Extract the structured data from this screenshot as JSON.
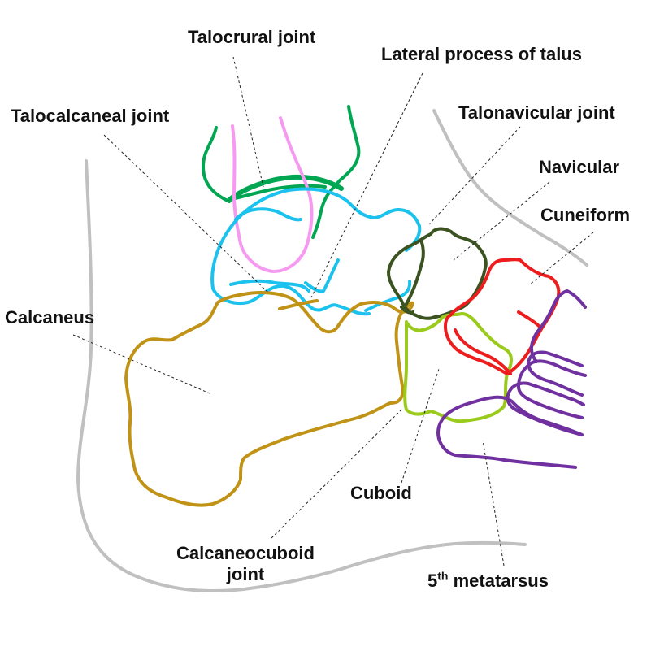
{
  "labels": {
    "talocrural_joint": "Talocrural joint",
    "lateral_process_of_talus": "Lateral process of talus",
    "talocalcaneal_joint": "Talocalcaneal joint",
    "talonavicular_joint": "Talonavicular joint",
    "navicular": "Navicular",
    "cuneiform": "Cuneiform",
    "calcaneus": "Calcaneus",
    "cuboid": "Cuboid",
    "calcaneocuboid_joint_line1": "Calcaneocuboid",
    "calcaneocuboid_joint_line2": "joint",
    "fifth_metatarsus_number": "5",
    "fifth_metatarsus_suffix": "th",
    "fifth_metatarsus_word": " metatarsus"
  },
  "colors": {
    "skin_outline": "#c0c0c0",
    "fibula": "#00a651",
    "tibia": "#f59af0",
    "talus": "#1cc2ee",
    "calcaneus": "#c09316",
    "navicular": "#3b5320",
    "cuboid": "#9acb1c",
    "cuneiform": "#ee1d1d",
    "metatarsus": "#7030a0",
    "leader": "#222222"
  }
}
